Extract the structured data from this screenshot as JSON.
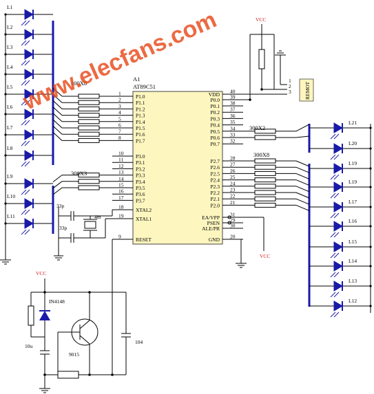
{
  "watermark": "www.elecfans.com",
  "chip": {
    "ref": "A1",
    "part": "AT89C51"
  },
  "power": {
    "vcc_top": "VCC",
    "vcc_mid": "VCC",
    "vcc_reset": "VCC"
  },
  "connector": {
    "label": "REMOT",
    "pins": [
      "1",
      "2",
      "3"
    ]
  },
  "left_pins": [
    {
      "num": "1",
      "name": "P1.0"
    },
    {
      "num": "2",
      "name": "P1.1"
    },
    {
      "num": "3",
      "name": "P1.2"
    },
    {
      "num": "4",
      "name": "P1.3"
    },
    {
      "num": "5",
      "name": "P1.4"
    },
    {
      "num": "6",
      "name": "P1.5"
    },
    {
      "num": "7",
      "name": "P1.6"
    },
    {
      "num": "8",
      "name": "P1.7"
    },
    {
      "num": "10",
      "name": "P3.0"
    },
    {
      "num": "11",
      "name": "P3.1"
    },
    {
      "num": "12",
      "name": "P3.2"
    },
    {
      "num": "13",
      "name": "P3.3"
    },
    {
      "num": "14",
      "name": "P3.4"
    },
    {
      "num": "15",
      "name": "P3.5"
    },
    {
      "num": "16",
      "name": "P3.6"
    },
    {
      "num": "17",
      "name": "P3.7"
    },
    {
      "num": "18",
      "name": "XTAL2"
    },
    {
      "num": "19",
      "name": "XTAL1"
    },
    {
      "num": "9",
      "name": "RESET"
    }
  ],
  "right_pins": [
    {
      "num": "40",
      "name": "VDD"
    },
    {
      "num": "39",
      "name": "P0.0"
    },
    {
      "num": "38",
      "name": "P0.1"
    },
    {
      "num": "37",
      "name": "P0.2"
    },
    {
      "num": "36",
      "name": "P0.3"
    },
    {
      "num": "35",
      "name": "P0.4"
    },
    {
      "num": "34",
      "name": "P0.5"
    },
    {
      "num": "33",
      "name": "P0.6"
    },
    {
      "num": "32",
      "name": "P0.7"
    },
    {
      "num": "28",
      "name": "P2.7"
    },
    {
      "num": "27",
      "name": "P2.6"
    },
    {
      "num": "26",
      "name": "P2.5"
    },
    {
      "num": "25",
      "name": "P2.4"
    },
    {
      "num": "24",
      "name": "P2.3"
    },
    {
      "num": "23",
      "name": "P2.2"
    },
    {
      "num": "22",
      "name": "P2.1"
    },
    {
      "num": "21",
      "name": "P2.0"
    },
    {
      "num": "31",
      "name": "EA/VPP"
    },
    {
      "num": "29",
      "name": "PSEN"
    },
    {
      "num": "30",
      "name": "ALE/PR"
    },
    {
      "num": "20",
      "name": "GND"
    }
  ],
  "leds_left": [
    "L1",
    "L2",
    "L3",
    "L4",
    "L5",
    "L6",
    "L7",
    "L8",
    "L9",
    "L10",
    "L11"
  ],
  "leds_right": [
    "L21",
    "L20",
    "L19",
    "L19",
    "L17",
    "L16",
    "L15",
    "L14",
    "L13",
    "L12"
  ],
  "resistor_packs": {
    "p1": "300X8",
    "p3": "300X3",
    "p0": "300X2",
    "p2": "300X8"
  },
  "crystal": {
    "caps": [
      "33p",
      "33p"
    ],
    "freq": "4m"
  },
  "reset": {
    "diode": "IN4148",
    "cap": "10u",
    "transistor": "9015",
    "cap104": "104"
  }
}
